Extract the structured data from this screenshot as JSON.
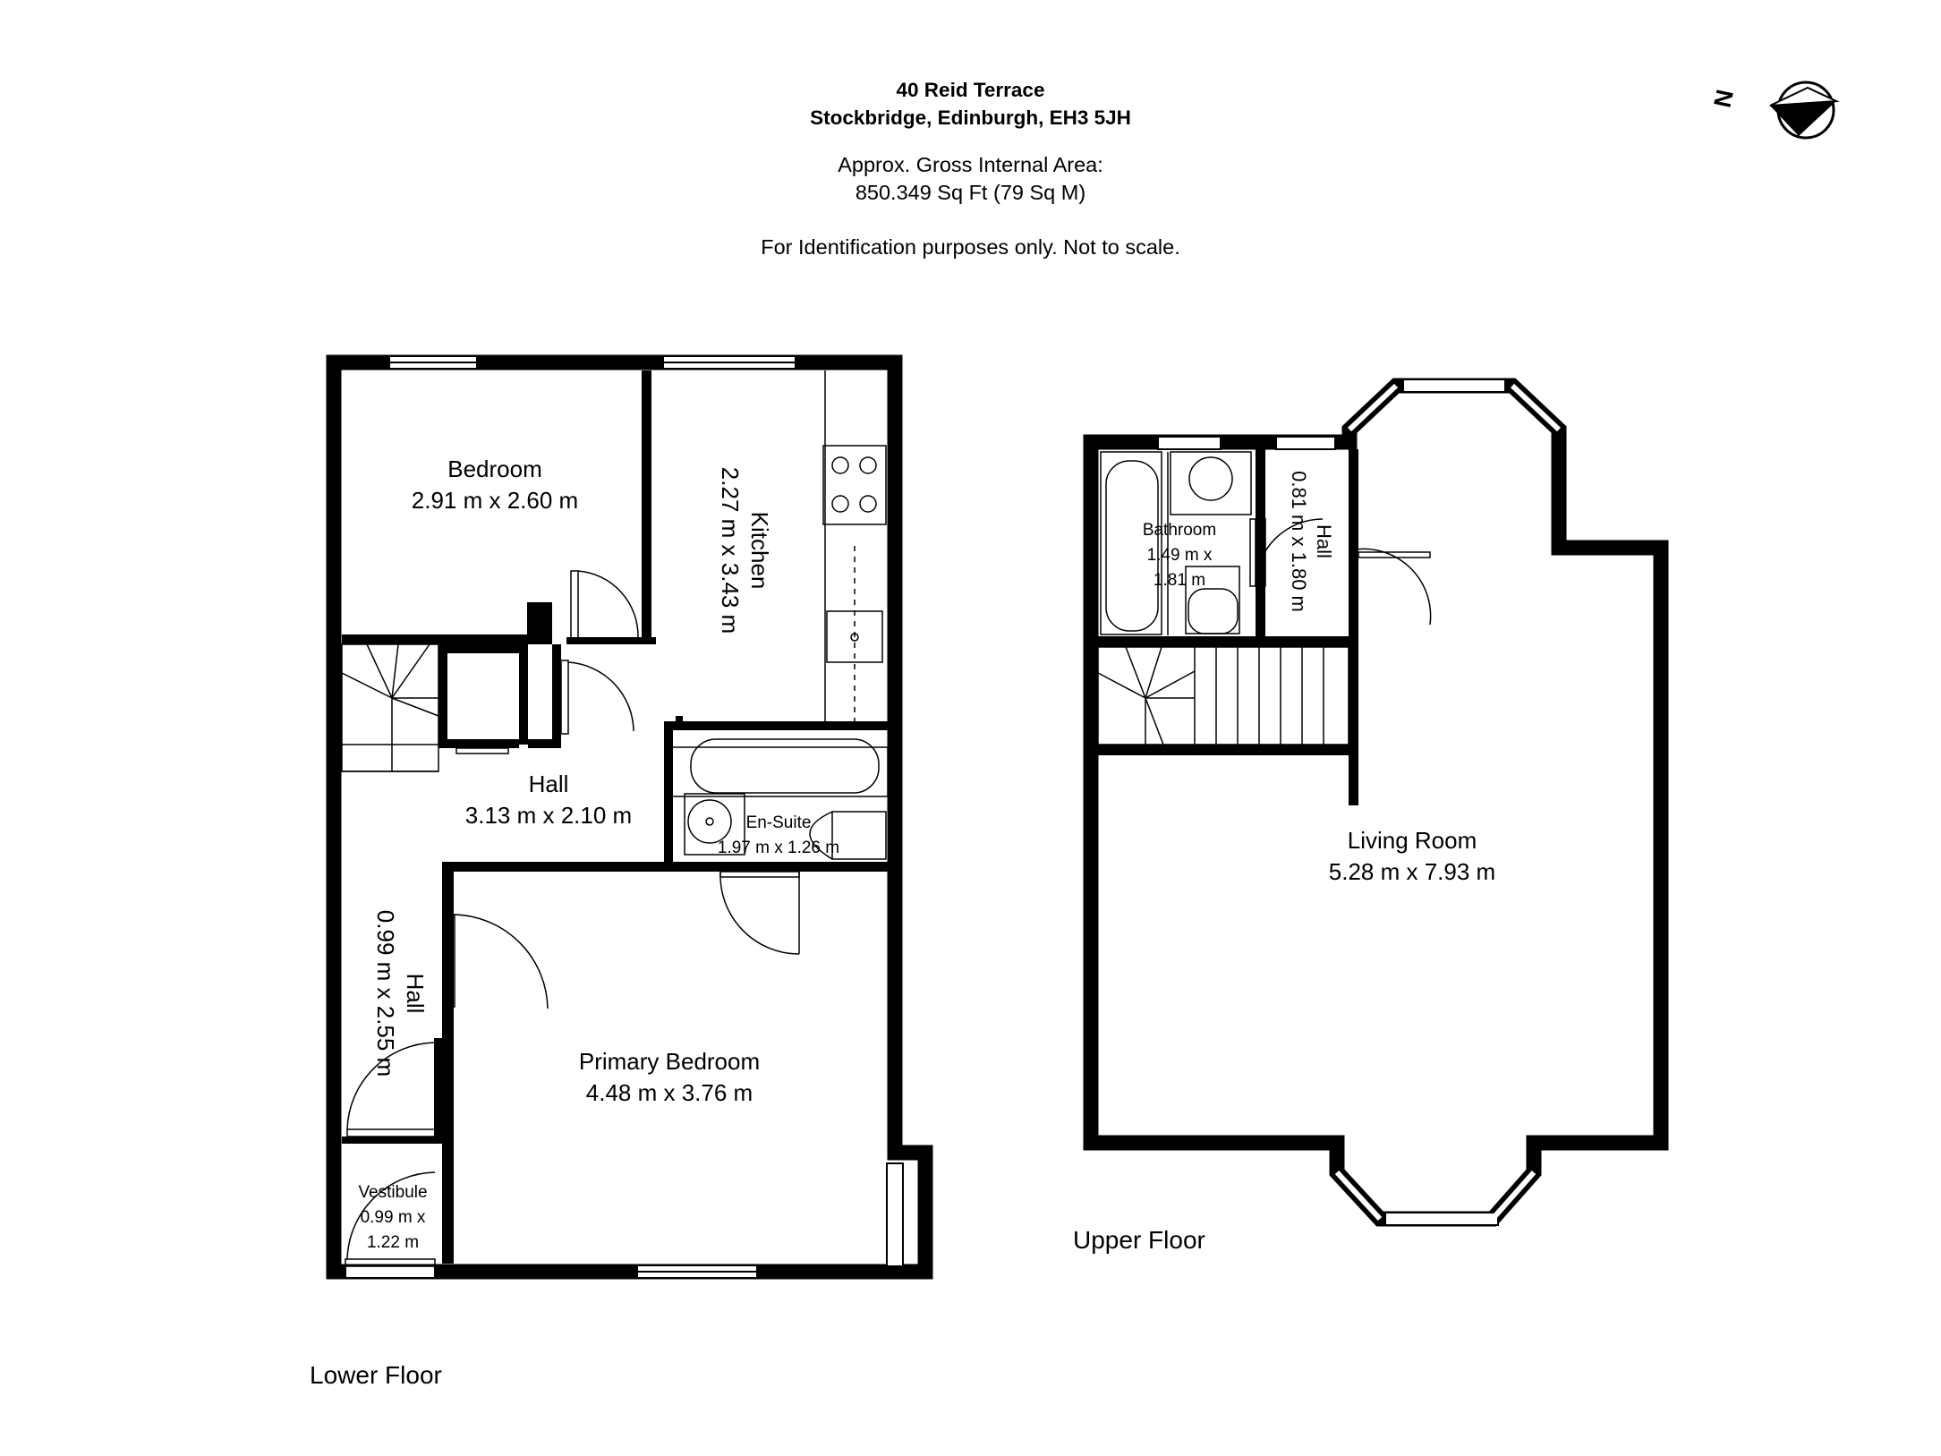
{
  "header": {
    "address_line1": "40 Reid Terrace",
    "address_line2": "Stockbridge, Edinburgh, EH3 5JH",
    "area_line1": "Approx. Gross Internal Area:",
    "area_line2": "850.349 Sq Ft (79 Sq M)",
    "disclaimer": "For Identification purposes only. Not to scale."
  },
  "compass": {
    "label": "N",
    "icon": "north-arrow-icon"
  },
  "floors": {
    "lower": {
      "label": "Lower Floor",
      "rooms": {
        "bedroom": {
          "name": "Bedroom",
          "size": "2.91 m x 2.60 m"
        },
        "kitchen": {
          "name": "Kitchen",
          "size": "2.27 m x 3.43 m"
        },
        "hall": {
          "name": "Hall",
          "size": "3.13 m x 2.10 m"
        },
        "ensuite": {
          "name": "En-Suite",
          "size": "1.97 m x 1.26 m"
        },
        "hall2": {
          "name": "Hall",
          "size": "0.99 m x 2.55 m"
        },
        "primary": {
          "name": "Primary Bedroom",
          "size": "4.48 m x 3.76 m"
        },
        "vestibule": {
          "name": "Vestibule",
          "size_l1": "0.99 m x",
          "size_l2": "1.22 m"
        }
      }
    },
    "upper": {
      "label": "Upper Floor",
      "rooms": {
        "bathroom": {
          "name": "Bathroom",
          "size_l1": "1.49 m x",
          "size_l2": "1.81 m"
        },
        "hall": {
          "name": "Hall",
          "size": "0.81 m x 1.80 m"
        },
        "living": {
          "name": "Living Room",
          "size": "5.28 m x 7.93 m"
        }
      }
    }
  }
}
